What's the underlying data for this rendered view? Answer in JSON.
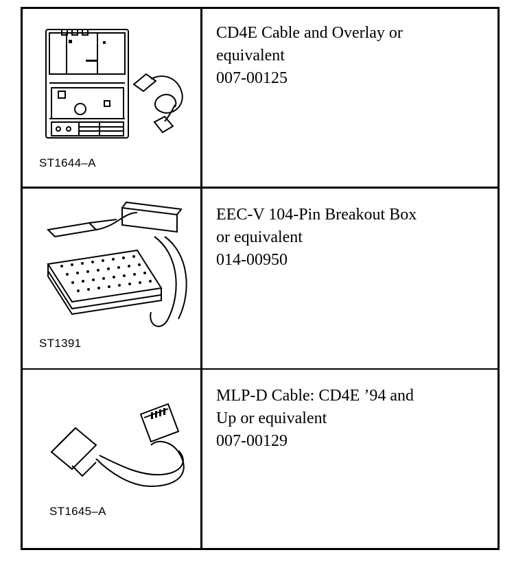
{
  "rows": [
    {
      "figure_code": "ST1644–A",
      "lines": [
        "CD4E Cable and Overlay or",
        "equivalent",
        "007-00125"
      ]
    },
    {
      "figure_code": "ST1391",
      "lines": [
        "EEC-V 104-Pin Breakout Box",
        "or equivalent",
        "014-00950"
      ]
    },
    {
      "figure_code": "ST1645–A",
      "lines": [
        "MLP-D Cable: CD4E ’94 and",
        "Up or equivalent",
        "007-00129"
      ]
    }
  ]
}
